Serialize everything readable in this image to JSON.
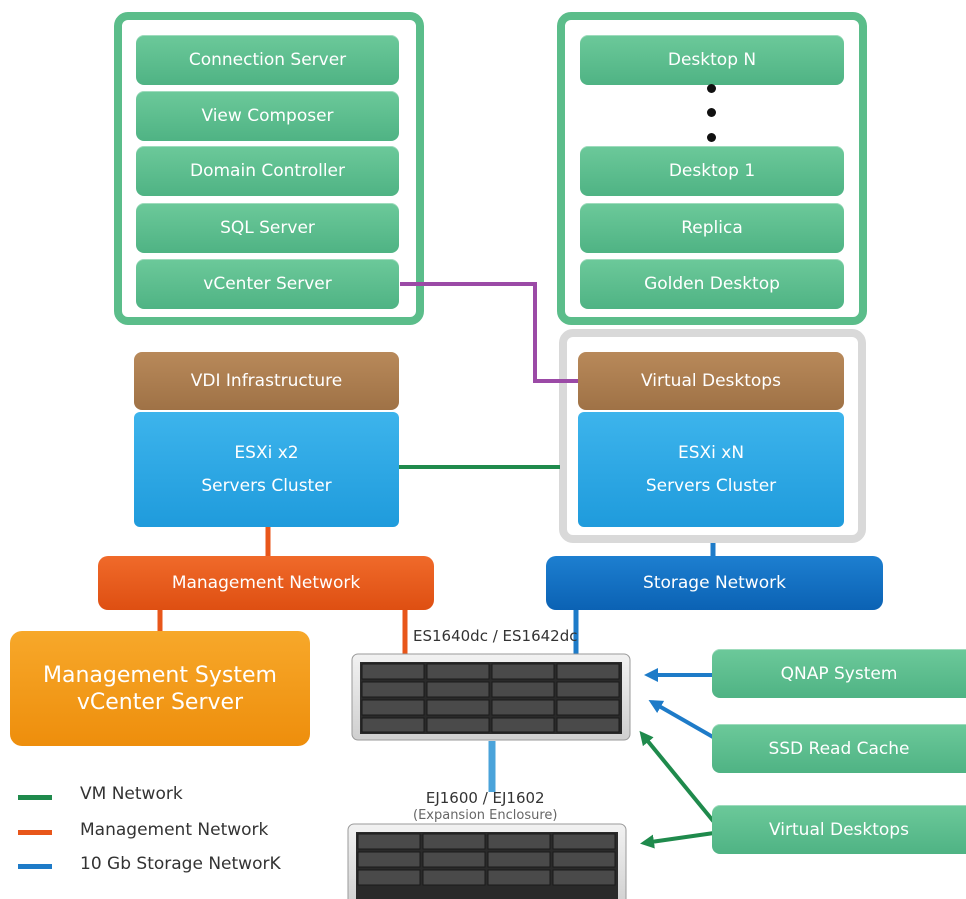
{
  "colors": {
    "vm_network": "#1f8a4c",
    "management_network": "#e8561a",
    "storage_network": "#1e7bc8",
    "vcenter_link": "#9b4aa6"
  },
  "infra_group": {
    "items": [
      "Connection Server",
      "View Composer",
      "Domain Controller",
      "SQL Server",
      "vCenter Server"
    ]
  },
  "desktop_group": {
    "items": [
      "Desktop N",
      "Desktop 1",
      "Replica",
      "Golden Desktop"
    ]
  },
  "left_stack": {
    "top": "VDI Infrastructure",
    "cluster_line1": "ESXi x2",
    "cluster_line2": "Servers Cluster"
  },
  "right_stack": {
    "top": "Virtual Desktops",
    "cluster_line1": "ESXi xN",
    "cluster_line2": "Servers Cluster"
  },
  "networks": {
    "management": "Management Network",
    "storage": "Storage  Network"
  },
  "management_system": {
    "line1": "Management System",
    "line2": "vCenter Server"
  },
  "storage": {
    "primary_label": "ES1640dc / ES1642dc",
    "expansion_line1": "EJ1600 / EJ1602",
    "expansion_line2": "(Expansion Enclosure)"
  },
  "side_boxes": [
    "QNAP System",
    "SSD Read Cache",
    "Virtual Desktops"
  ],
  "legend": [
    {
      "label": "VM Network",
      "color": "#1f8a4c"
    },
    {
      "label": "Management Network",
      "color": "#e8561a"
    },
    {
      "label": "10 Gb Storage NetworK",
      "color": "#1e7bc8"
    }
  ]
}
